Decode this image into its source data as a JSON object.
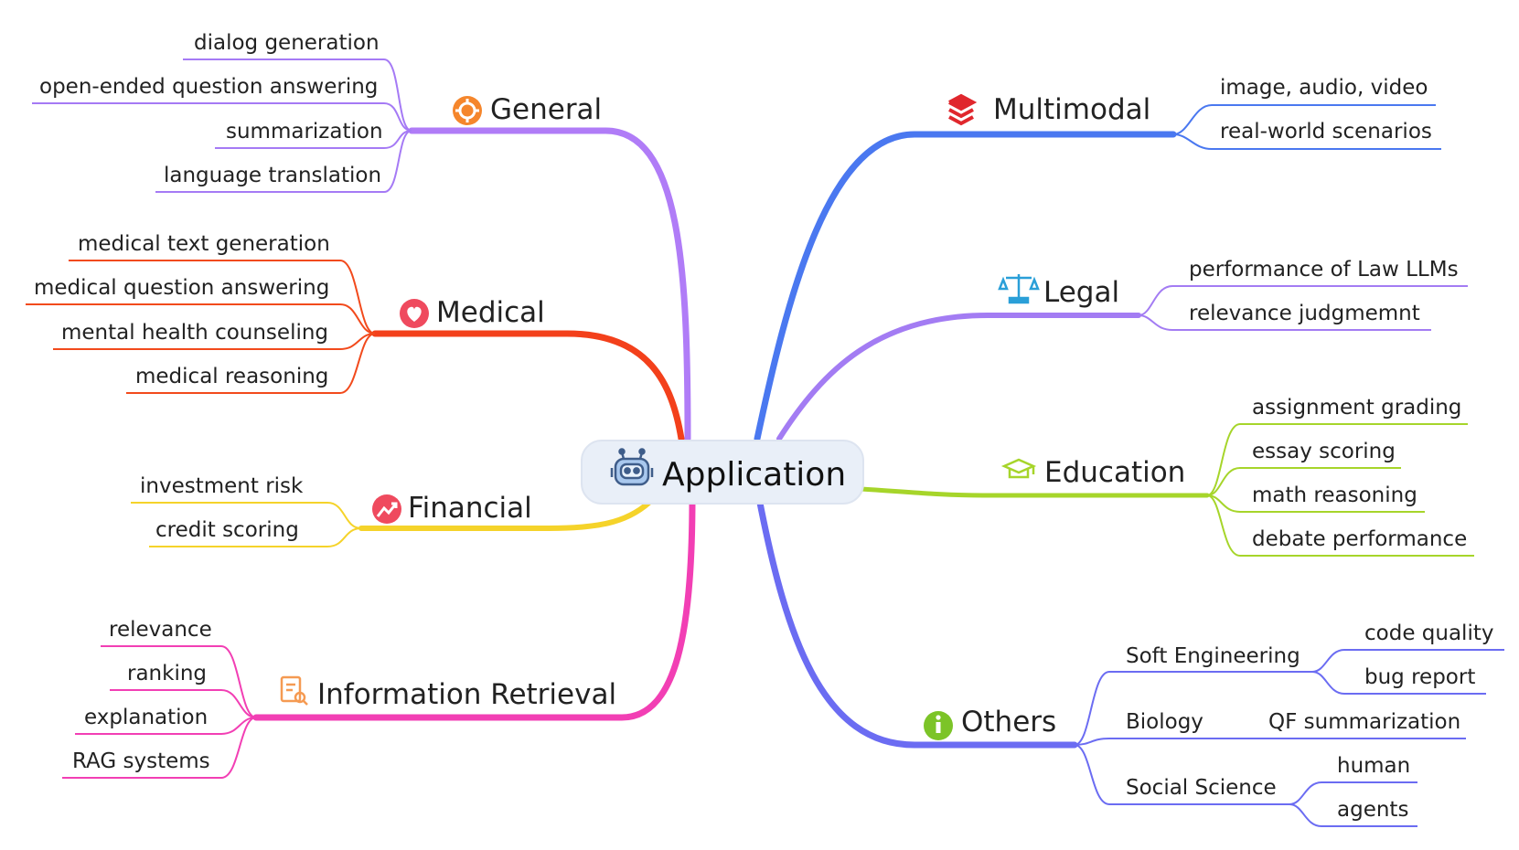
{
  "center": {
    "label": "Application",
    "icon": "robot-icon"
  },
  "branches": {
    "general": {
      "label": "General",
      "icon": "gear-icon",
      "color": "#a57af5",
      "items": [
        "dialog generation",
        "open-ended question answering",
        "summarization",
        "language translation"
      ]
    },
    "medical": {
      "label": "Medical",
      "icon": "heart-icon",
      "color": "#f24a1c",
      "items": [
        "medical text generation",
        "medical question answering",
        "mental health counseling",
        "medical reasoning"
      ]
    },
    "financial": {
      "label": "Financial",
      "icon": "trend-up-icon",
      "color": "#f5d32a",
      "items": [
        "investment risk",
        "credit scoring"
      ]
    },
    "retrieval": {
      "label": "Information Retrieval",
      "icon": "document-search-icon",
      "color": "#f23fb4",
      "items": [
        "relevance",
        "ranking",
        "explanation",
        "RAG systems"
      ]
    },
    "multimodal": {
      "label": "Multimodal",
      "icon": "layers-icon",
      "color": "#4a78f0",
      "items": [
        "image, audio, video",
        "real-world scenarios"
      ]
    },
    "legal": {
      "label": "Legal",
      "icon": "scales-icon",
      "color": "#a37cf3",
      "items": [
        "performance of Law LLMs",
        "relevance  judgmemnt"
      ]
    },
    "education": {
      "label": "Education",
      "icon": "graduation-cap-icon",
      "color": "#a6d52a",
      "items": [
        "assignment grading",
        "essay scoring",
        "math reasoning",
        "debate performance"
      ]
    },
    "others": {
      "label": "Others",
      "icon": "info-icon",
      "color": "#6b6cf2",
      "subs": [
        {
          "label": "Soft Engineering",
          "items": [
            "code quality",
            "bug report"
          ]
        },
        {
          "label": "Biology",
          "items": [
            "QF summarization"
          ]
        },
        {
          "label": "Social Science",
          "items": [
            "human",
            "agents"
          ]
        }
      ]
    }
  }
}
